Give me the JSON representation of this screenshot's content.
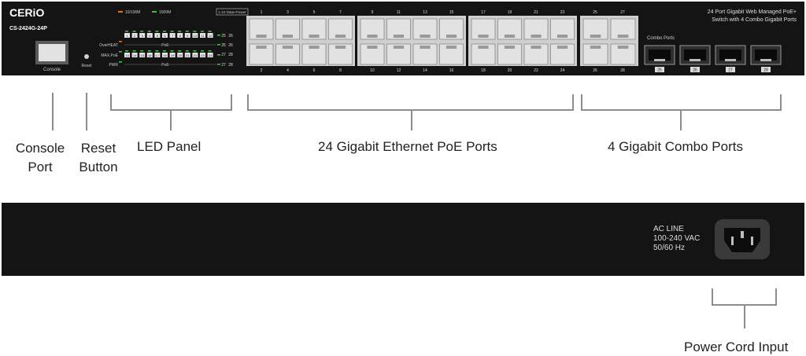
{
  "front_panel": {
    "brand": "CERiO",
    "model": "CS-2424G-24P",
    "description_line1": "24 Port Gigabit Web Managed PoE+",
    "description_line2": "Switch with 4 Combo Gigabit Ports",
    "console_label": "Console",
    "reset_label": "Reset",
    "led_legend": {
      "speed_low": "10/100M",
      "speed_high": "1000M",
      "box_label": "1-24 Data+Power"
    },
    "led_labels": {
      "overheat": "OverHEAT",
      "maxpoe": "MAX.PoE",
      "pwr": "PWR",
      "poe": "PoE"
    },
    "led_port_numbers": [
      "1",
      "2",
      "3",
      "4",
      "5",
      "6",
      "7",
      "8",
      "9",
      "10",
      "11",
      "12",
      "13",
      "14",
      "15",
      "16",
      "17",
      "18",
      "19",
      "20",
      "21",
      "22",
      "23",
      "24"
    ],
    "led_combo_top": [
      "25",
      "26"
    ],
    "led_combo_bottom": [
      "27",
      "28"
    ],
    "rj45_top_numbers": [
      "1",
      "3",
      "5",
      "7",
      "9",
      "11",
      "13",
      "15",
      "17",
      "19",
      "21",
      "23"
    ],
    "rj45_bottom_numbers": [
      "2",
      "4",
      "6",
      "8",
      "10",
      "12",
      "14",
      "16",
      "18",
      "20",
      "22",
      "24"
    ],
    "combo_rj45_top": [
      "25",
      "27"
    ],
    "combo_rj45_bottom": [
      "26",
      "28"
    ],
    "combo_ports_label": "Combo Ports",
    "sfp_numbers": [
      "25",
      "26",
      "27",
      "28"
    ]
  },
  "rear_panel": {
    "power_line1": "AC LINE",
    "power_line2": "100-240 VAC",
    "power_line3": "50/60 Hz"
  },
  "callouts": {
    "console_port": "Console Port",
    "reset_button": "Reset Button",
    "led_panel": "LED Panel",
    "ethernet_ports": "24 Gigabit Ethernet PoE Ports",
    "combo_ports": "4 Gigabit Combo Ports",
    "power_input": "Power Cord Input"
  },
  "colors": {
    "chassis": "#141414",
    "port_fill": "#e2e2e2",
    "callout_line": "#8c8c8c",
    "led_green": "#3fbf3f",
    "led_orange": "#e0761a"
  }
}
